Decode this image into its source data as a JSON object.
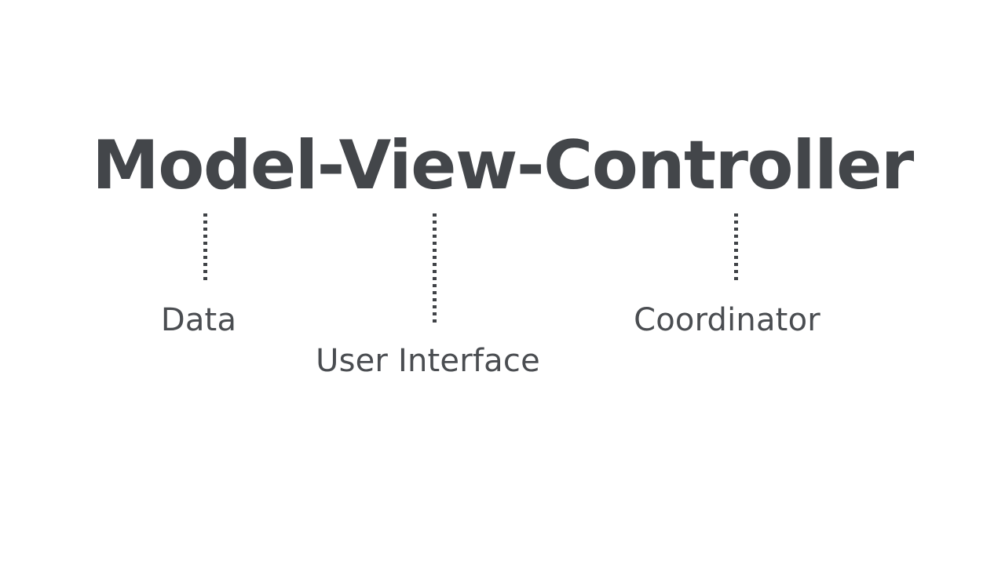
{
  "diagram": {
    "background_color": "#ffffff",
    "title": {
      "text": "Model-View-Controller",
      "color": "#43464a"
    },
    "parts": [
      {
        "term": "Model",
        "label": "Data",
        "connector": "dotted-vertical-line",
        "connector_color": "#3f4246"
      },
      {
        "term": "View",
        "label": "User Interface",
        "connector": "dotted-vertical-line",
        "connector_color": "#3f4246"
      },
      {
        "term": "Controller",
        "label": "Coordinator",
        "connector": "dotted-vertical-line",
        "connector_color": "#3f4246"
      }
    ]
  }
}
